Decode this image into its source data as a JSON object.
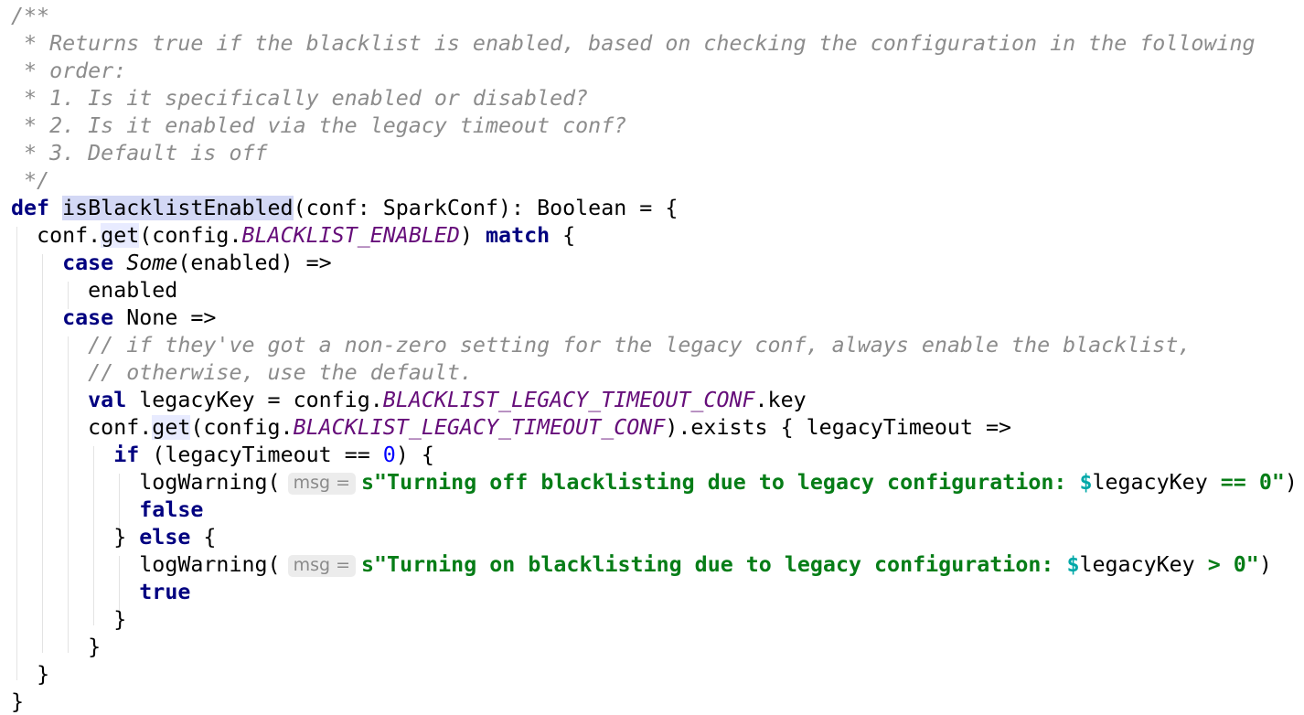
{
  "doc": {
    "l1": "/**",
    "l2": " * Returns true if the blacklist is enabled, based on checking the configuration in the following",
    "l3": " * order:",
    "l4": " * 1. Is it specifically enabled or disabled?",
    "l5": " * 2. Is it enabled via the legacy timeout conf?",
    "l6": " * 3. Default is off",
    "l7": " */"
  },
  "kw": {
    "def": "def",
    "match": "match",
    "case": "case",
    "val": "val",
    "if": "if",
    "else": "else",
    "false": "false",
    "true": "true"
  },
  "code": {
    "fn_name": "isBlacklistEnabled",
    "sig": "(conf: SparkConf): Boolean = {",
    "conf_dot": "conf.",
    "get": "get",
    "config_open": "(config.",
    "blacklist_enabled": "BLACKLIST_ENABLED",
    "paren_close": ") ",
    "brace_open": " {",
    "some": "Some",
    "some_rest": "(enabled) =>",
    "enabled": "enabled",
    "none_rest": " None =>",
    "comment1": "// if they've got a non-zero setting for the legacy conf, always enable the blacklist,",
    "comment2": "// otherwise, use the default.",
    "legacy_key_assign": " legacyKey = config.",
    "legacy_timeout_conf": "BLACKLIST_LEGACY_TIMEOUT_CONF",
    "dot_key": ".key",
    "exists_rest": ").exists { legacyTimeout =>",
    "if_open": " (legacyTimeout == ",
    "zero": "0",
    "if_close": ") {",
    "log_warning_open": "logWarning(",
    "msg_hint": "msg =",
    "str_off": "s\"Turning off blacklisting due to legacy configuration: ",
    "str_on": "s\"Turning on blacklisting due to legacy configuration: ",
    "dollar": "$",
    "legacy_key_ref": "legacyKey",
    "str_eq_zero": " == 0\"",
    "str_gt_zero": " > 0\"",
    "paren": ")",
    "brace_close": "}",
    "close_brace_else": "} ",
    "else_brace": " {"
  }
}
